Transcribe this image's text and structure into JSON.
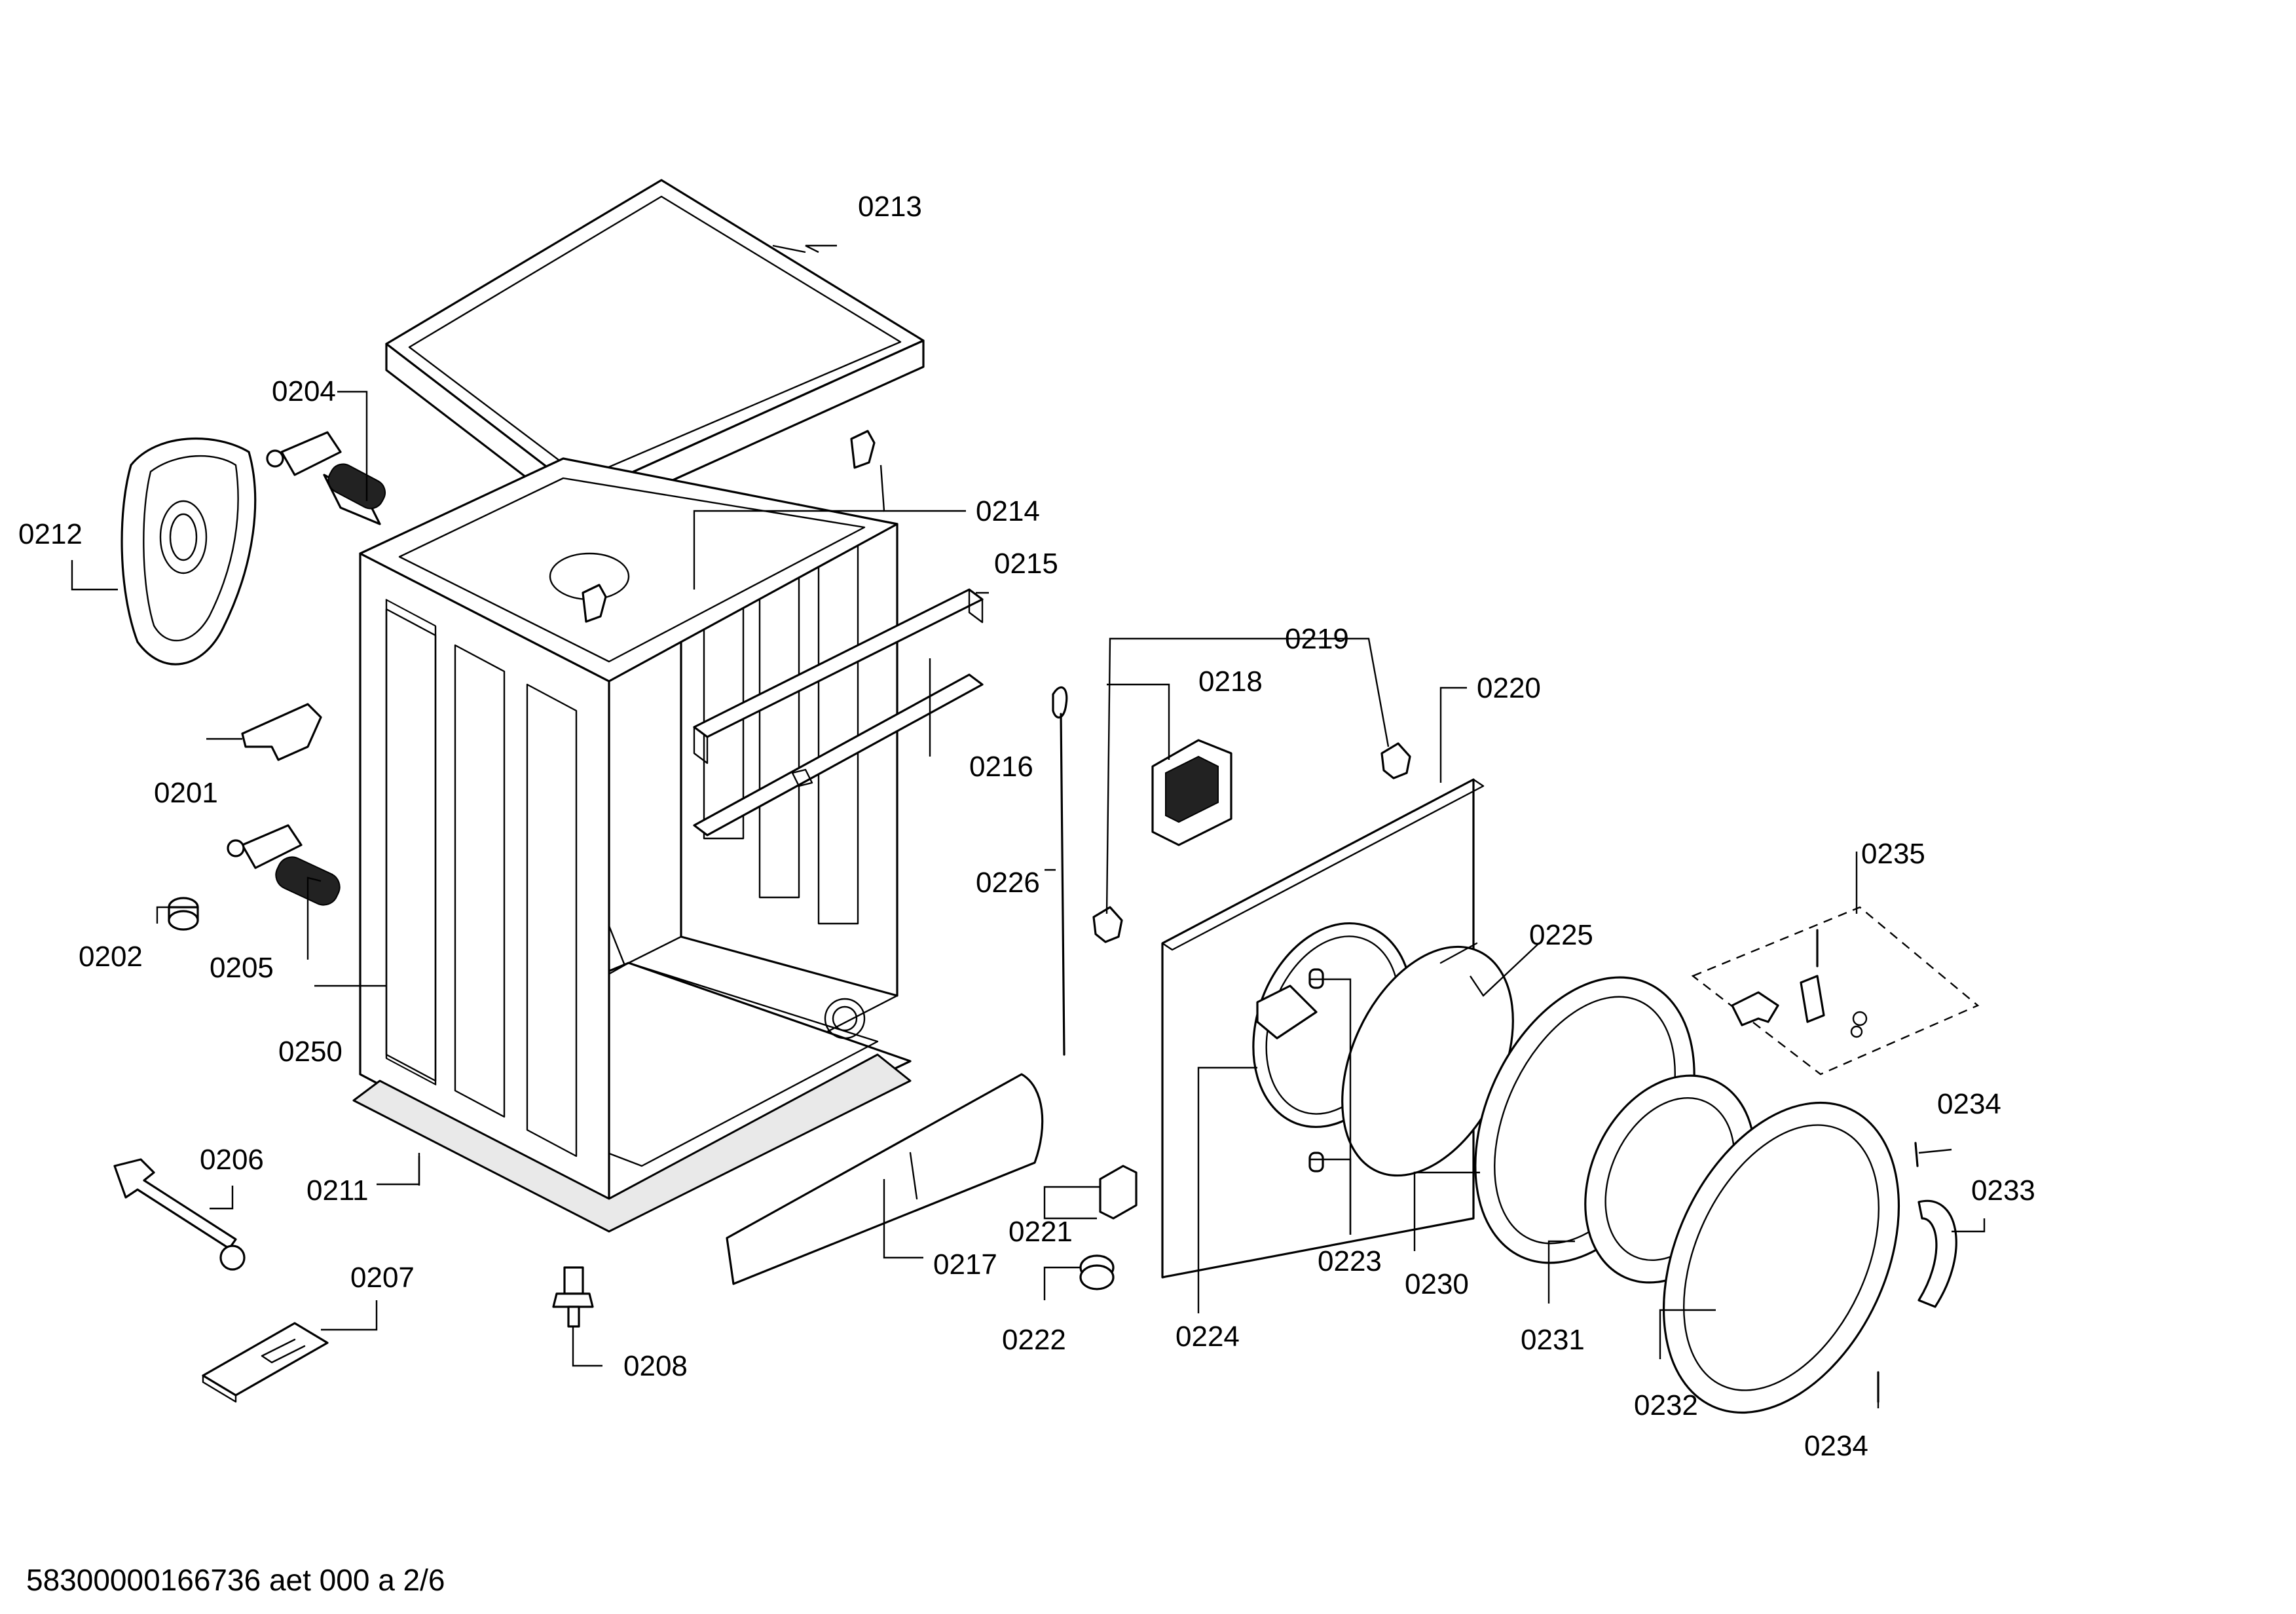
{
  "labels": {
    "p0201": "0201",
    "p0202": "0202",
    "p0204": "0204",
    "p0205": "0205",
    "p0206": "0206",
    "p0207": "0207",
    "p0208": "0208",
    "p0211": "0211",
    "p0212": "0212",
    "p0213": "0213",
    "p0214": "0214",
    "p0215": "0215",
    "p0216": "0216",
    "p0217": "0217",
    "p0218": "0218",
    "p0219": "0219",
    "p0220": "0220",
    "p0221": "0221",
    "p0222": "0222",
    "p0223": "0223",
    "p0224": "0224",
    "p0225": "0225",
    "p0226": "0226",
    "p0230": "0230",
    "p0231": "0231",
    "p0232": "0232",
    "p0233": "0233",
    "p0234a": "0234",
    "p0234b": "0234",
    "p0235": "0235",
    "p0250": "0250"
  },
  "footer": {
    "document_code": "58300000166736 aet 000 a 2/6"
  }
}
